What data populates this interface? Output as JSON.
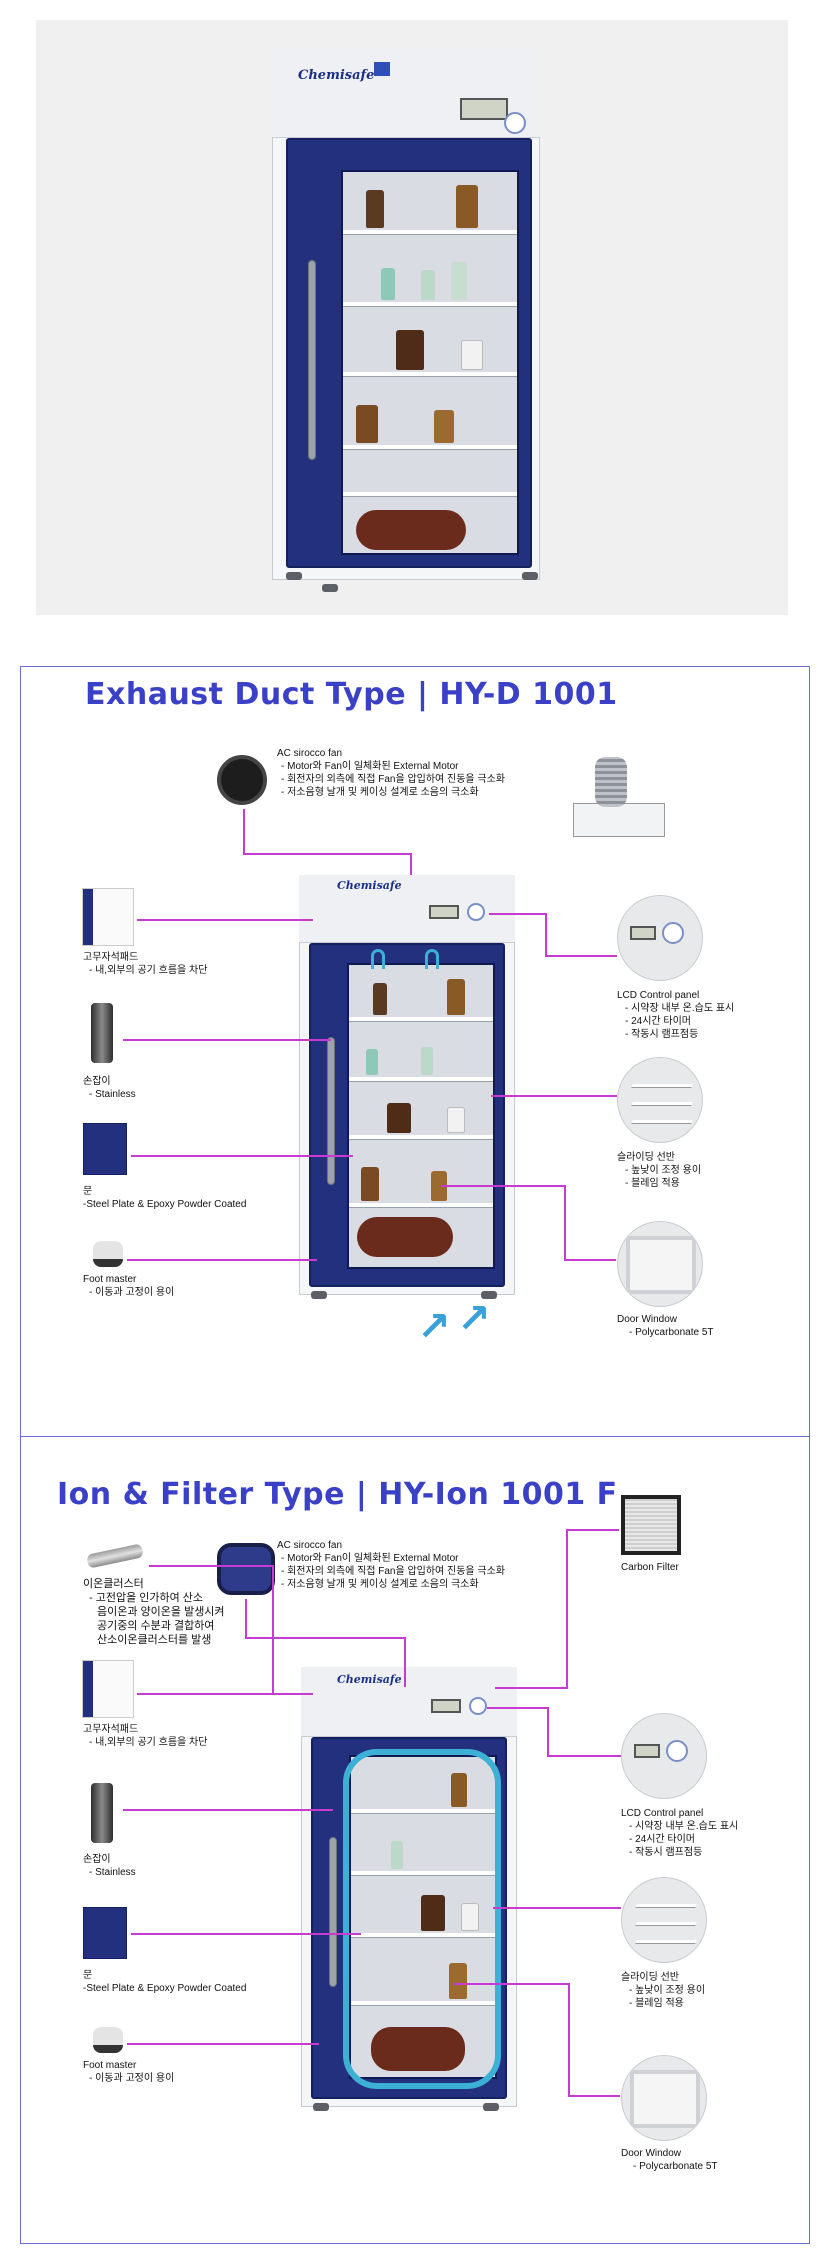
{
  "hero": {
    "brand": "Chemisafe"
  },
  "duct": {
    "title": "Exhaust Duct Type | HY-D 1001",
    "brand": "Chemisafe",
    "fan": {
      "name": "AC sirocco fan",
      "lines": [
        "- Motor와 Fan이 일체화된 External Motor",
        "- 회전자의 외측에 직접 Fan을 압입하여 진동을 극소화",
        "- 저소음형 날개 및 케이싱 설계로 소음의 극소화"
      ]
    },
    "gasket": {
      "name": "고무자석패드",
      "desc": "- 내,외부의 공기 흐름을 차단"
    },
    "handle": {
      "name": "손잡이",
      "desc": "- Stainless"
    },
    "door": {
      "name": "문",
      "desc": "-Steel Plate & Epoxy Powder Coated"
    },
    "foot": {
      "name": "Foot master",
      "desc": "- 이동과 고정이 용이"
    },
    "lcd": {
      "name": "LCD Control panel",
      "lines": [
        "- 시약장 내부 온.습도 표시",
        "- 24시간 타이머",
        "- 작동시 램프점등"
      ]
    },
    "shelf": {
      "name": "슬라이딩 선반",
      "lines": [
        "- 높낮이 조정 용이",
        "- 블레임 적용"
      ]
    },
    "window": {
      "name": "Door Window",
      "desc": "- Polycarbonate 5T"
    }
  },
  "ion": {
    "title": "Ion & Filter Type | HY-Ion 1001 F",
    "brand": "Chemisafe",
    "fan": {
      "name": "AC sirocco fan",
      "lines": [
        "- Motor와 Fan이 일체화된 External Motor",
        "- 회전자의 외측에 직접 Fan을 압입하여 진동을 극소화",
        "- 저소음형 날개 및 케이싱 설계로 소음의 극소화"
      ]
    },
    "carbon": {
      "name": "Carbon Filter"
    },
    "ionizer": {
      "name": "이온클러스터",
      "lines": [
        "- 고전압을 인가하여 산소",
        "음이온과 양이온을 발생시켜",
        "공기중의 수분과 결합하여",
        "산소이온클러스터를 발생"
      ]
    },
    "gasket": {
      "name": "고무자석패드",
      "desc": "- 내,외부의 공기 흐름을 차단"
    },
    "handle": {
      "name": "손잡이",
      "desc": "- Stainless"
    },
    "door": {
      "name": "문",
      "desc": "-Steel Plate & Epoxy Powder Coated"
    },
    "foot": {
      "name": "Foot master",
      "desc": "- 이동과 고정이 용이"
    },
    "lcd": {
      "name": "LCD Control panel",
      "lines": [
        "- 시약장 내부 온.습도 표시",
        "- 24시간 타이머",
        "- 작동시 램프점등"
      ]
    },
    "shelf": {
      "name": "슬라이딩 선반",
      "lines": [
        "- 높낮이 조정 용이",
        "- 블레임 적용"
      ]
    },
    "window": {
      "name": "Door Window",
      "desc": "- Polycarbonate 5T"
    }
  },
  "colors": {
    "accent_blue": "#3a41c6",
    "frame": "#6b70d6",
    "callout_line": "#c83bd3",
    "door_navy": "#23307e",
    "airflow": "#3aa0d8"
  }
}
